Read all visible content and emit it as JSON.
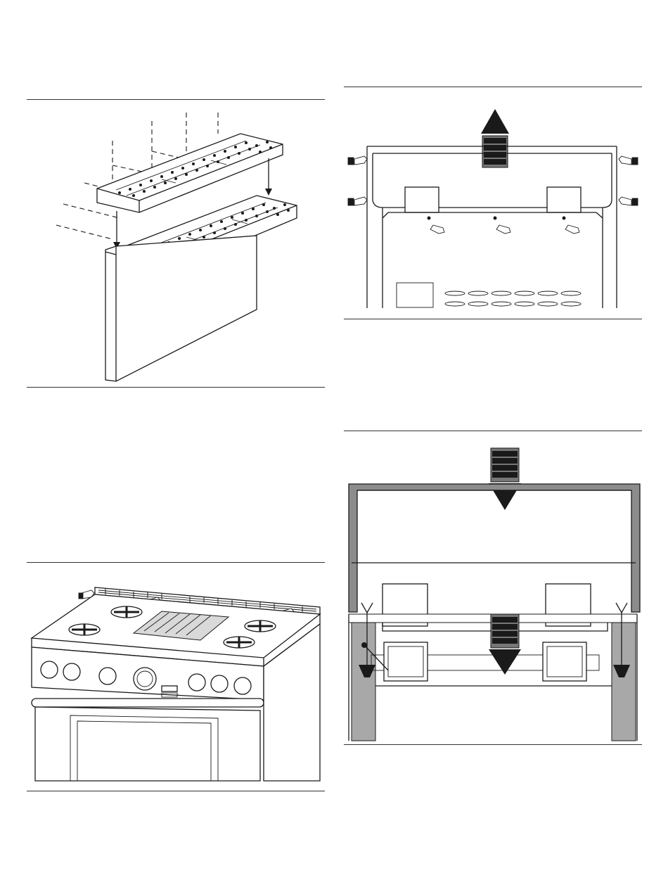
{
  "page": {
    "width": 950,
    "height": 1241
  },
  "figures": [
    {
      "id": "fig-shelf-assembly",
      "icon": "shelf-assembly-drawing"
    },
    {
      "id": "fig-range-backguard",
      "icon": "range-drawing"
    },
    {
      "id": "fig-lift-backguard",
      "icon": "lift-up-drawing"
    },
    {
      "id": "fig-lower-backguard",
      "icon": "lower-down-drawing"
    }
  ],
  "colors": {
    "line": "#1a1a1a",
    "rule": "#333333",
    "shade": "#d9d9d9"
  }
}
